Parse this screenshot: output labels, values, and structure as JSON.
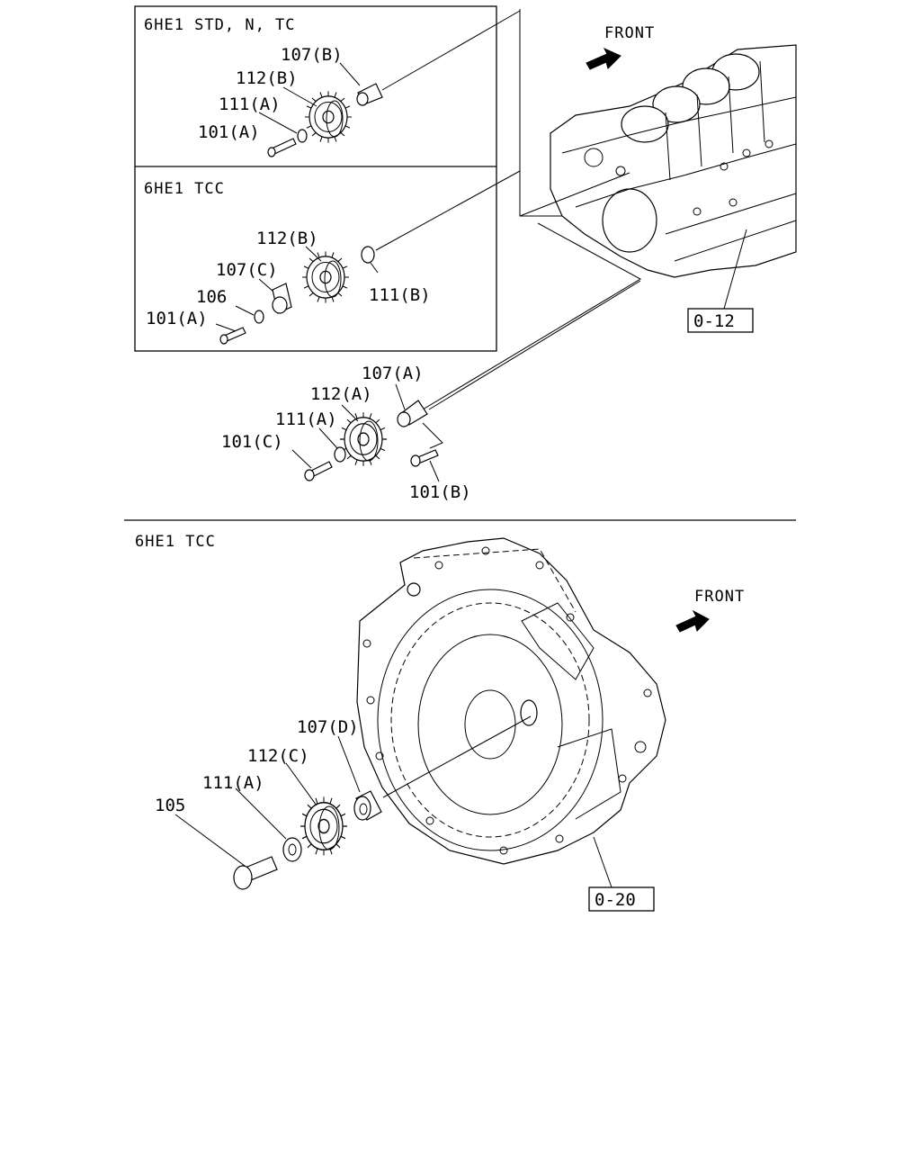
{
  "boxes": {
    "top_header": "6HE1 STD, N, TC",
    "mid_header": "6HE1 TCC"
  },
  "lower_header": "6HE1 TCC",
  "front_upper": "FRONT",
  "front_lower": "FRONT",
  "labels": {
    "std_107b": "107(B)",
    "std_112b": "112(B)",
    "std_111a": "111(A)",
    "std_101a": "101(A)",
    "tcc_112b": "112(B)",
    "tcc_107c": "107(C)",
    "tcc_106": "106",
    "tcc_101a": "101(A)",
    "tcc_111b": "111(B)",
    "mid_107a": "107(A)",
    "mid_112a": "112(A)",
    "mid_111a": "111(A)",
    "mid_101c": "101(C)",
    "mid_101b": "101(B)",
    "low_107d": "107(D)",
    "low_112c": "112(C)",
    "low_111a": "111(A)",
    "low_105": "105"
  },
  "refs": {
    "block": "0-12",
    "housing": "0-20"
  }
}
